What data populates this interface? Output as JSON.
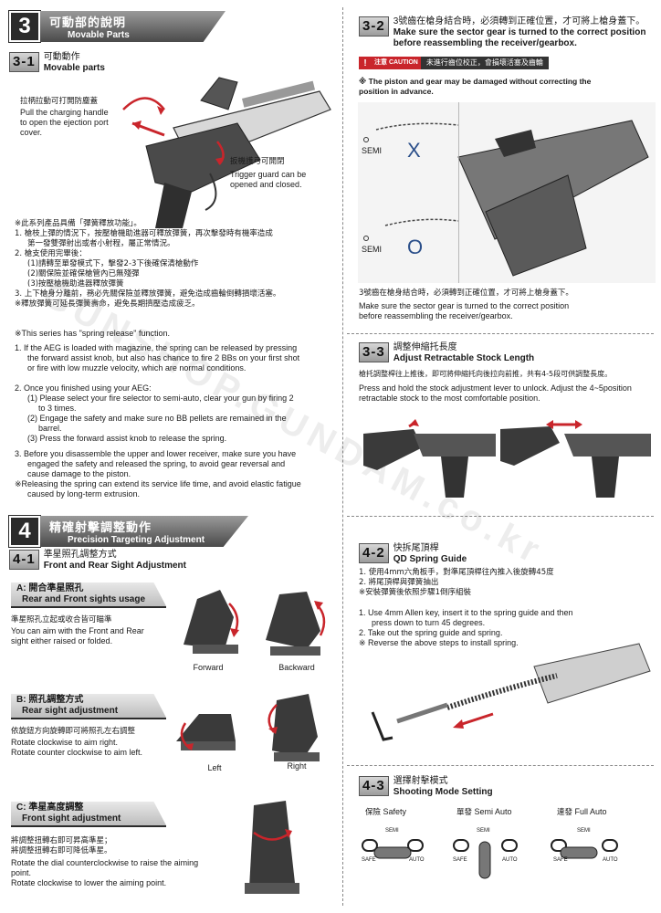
{
  "sec3": {
    "num": "3",
    "zh": "可動部的說明",
    "en": "Movable Parts"
  },
  "s31": {
    "tag": "3-1",
    "zh": "可動動作",
    "en": "Movable parts",
    "charge_zh": "拉柄拉動可打開防塵蓋",
    "charge_en": [
      "Pull the charging handle",
      "to open the ejection port",
      "cover."
    ],
    "trigger_zh": "扳機護弓可開閉",
    "trigger_en": [
      "Trigger guard can be",
      "opened and closed."
    ],
    "zh_lines": [
      "※此系列產品具備「彈簧釋放功能」。",
      "1. 槍枝上彈的情況下，按壓槍機助進器可釋放彈簧，再次擊發時有機率造成",
      "第一發雙彈射出或者小射程，屬正常情況。",
      "2. 槍支使用完畢後：",
      "(1)請轉至單發模式下，擊發2-3下後確保清槍動作",
      "(2)關保險並確保槍管內已無殘彈",
      "(3)按壓槍機助進器釋放彈簧",
      "3. 上下槍身分離前，務必先關保險並釋放彈簧，避免造成齒輪倒轉損壞活塞。",
      "※釋放彈簧可延長彈簧壽命，避免長期擠壓造成疲乏。"
    ],
    "en_note": "※This series has \"spring release\" function.",
    "en1": [
      "1. If the AEG is loaded with magazine, the spring can be released by pressing",
      "the forward assist knob, but also has chance to fire 2 BBs on your first shot",
      "or fire with low muzzle velocity, which are normal conditions."
    ],
    "en2": [
      "2. Once you finished using your AEG:",
      "(1) Please select your fire selector to semi-auto, clear your gun by firing 2",
      "to 3 times.",
      "(2) Engage the safety and make sure no BB pellets are remained in the",
      "barrel.",
      "(3) Press the forward assist knob to release the spring."
    ],
    "en3": [
      "3. Before you disassemble the upper and lower receiver, make sure you have",
      "engaged the safety and released the spring, to avoid gear reversal and",
      "cause damage to the piston.",
      "※Releasing the spring can extend its service life time, and avoid elastic fatigue",
      "caused by long-term extrusion."
    ]
  },
  "s32": {
    "tag": "3-2",
    "zh": "3號齒在槍身結合時，必須轉到正確位置，才可將上槍身蓋下。",
    "en": [
      "Make sure the sector gear is turned to the correct position",
      "before reassembling the receiver/gearbox."
    ],
    "caution_label": "注意 CAUTION",
    "caution_msg": "未進行齒位校正，會損壞活塞及齒輪",
    "note": [
      "※ The piston and gear may be damaged without correcting the",
      "position in advance."
    ],
    "semi": "SEMI",
    "wrong": "X",
    "right": "O"
  },
  "s33": {
    "tag": "3-3",
    "zh": "調整伸縮托長度",
    "en": "Adjust Retractable Stock Length",
    "zh_line": "槍托調整桿往上推後，即可將伸縮托向後拉向前推，共有4-5段可供調整長度。",
    "en_lines": [
      "Press and hold the stock adjustment lever to unlock. Adjust the 4~5position",
      "retractable stock to the most comfortable position."
    ]
  },
  "sec4": {
    "num": "4",
    "zh": "精確射擊調整動作",
    "en": "Precision Targeting Adjustment"
  },
  "s41": {
    "tag": "4-1",
    "zh": "準星照孔調整方式",
    "en": "Front and Rear Sight Adjustment",
    "a": {
      "zh": "A: 開合準星照孔",
      "en": "Rear and Front sights usage",
      "body_zh": "準星照孔立起或收合皆可瞄準",
      "body_en": [
        "You can aim with the Front and Rear",
        "sight either raised or folded."
      ],
      "forward": "Forward",
      "backward": "Backward"
    },
    "b": {
      "zh": "B: 照孔調整方式",
      "en": "Rear sight adjustment",
      "body_zh": "依旋鈕方向旋轉即可將照孔左右調整",
      "body_en": [
        "Rotate clockwise to aim right.",
        "Rotate counter clockwise to aim left."
      ],
      "left": "Left",
      "right": "Right"
    },
    "c": {
      "zh": "C: 準星高度調整",
      "en": "Front sight adjustment",
      "body_zh": [
        "將調整扭轉右即可昇高準星；",
        "將調整扭轉右即可降低準星。"
      ],
      "body_en": [
        "Rotate the dial counterclockwise to raise the aiming",
        "point.",
        "Rotate clockwise to lower the aiming point."
      ]
    }
  },
  "s42": {
    "tag": "4-2",
    "zh": "快拆尾頂桿",
    "en": "QD Spring Guide",
    "zh_lines": [
      "1. 使用4mm六角板手，對準尾頂桿往內推入後旋轉45度",
      "2. 將尾頂桿與彈簧抽出",
      "※安裝彈簧後依照步驟1倒序組裝"
    ],
    "en_lines": [
      "1. Use 4mm Allen key, insert it to the spring guide and then",
      "press down to turn 45 degrees.",
      "2. Take out the spring guide and spring.",
      "※  Reverse the above steps to install spring."
    ]
  },
  "s43": {
    "tag": "4-3",
    "zh": "選擇射擊模式",
    "en": "Shooting Mode Setting",
    "modes": [
      {
        "zh": "保險",
        "en": "Safety"
      },
      {
        "zh": "單發",
        "en": "Semi Auto"
      },
      {
        "zh": "連發",
        "en": "Full Auto"
      }
    ],
    "semi": "SEMI",
    "safe": "SAFE",
    "auto": "AUTO"
  },
  "watermark": "GUNSHOP.GUNDAM.co.kr"
}
